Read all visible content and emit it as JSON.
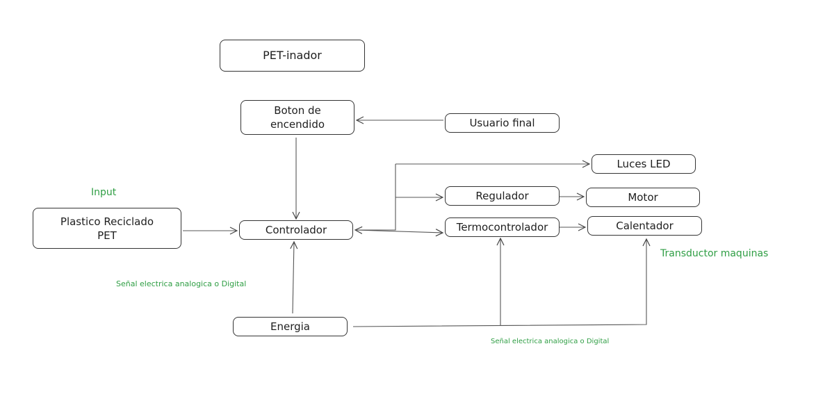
{
  "diagram": {
    "nodes": {
      "title": "PET-inador",
      "power_button": "Boton de\nencendido",
      "end_user": "Usuario final",
      "recycled_plastic": "Plastico Reciclado\nPET",
      "controller": "Controlador",
      "led_lights": "Luces LED",
      "regulator": "Regulador",
      "motor": "Motor",
      "thermocontroller": "Termocontrolador",
      "heater": "Calentador",
      "energy": "Energia"
    },
    "notes": {
      "input": "Input",
      "signal_left": "Señal electrica analogica o Digital",
      "signal_bottom": "Señal electrica analogica o Digital",
      "machine_transducer": "Transductor maquinas"
    },
    "colors": {
      "stroke": "#333333",
      "annotation": "#2f9e44",
      "background": "#ffffff"
    }
  }
}
